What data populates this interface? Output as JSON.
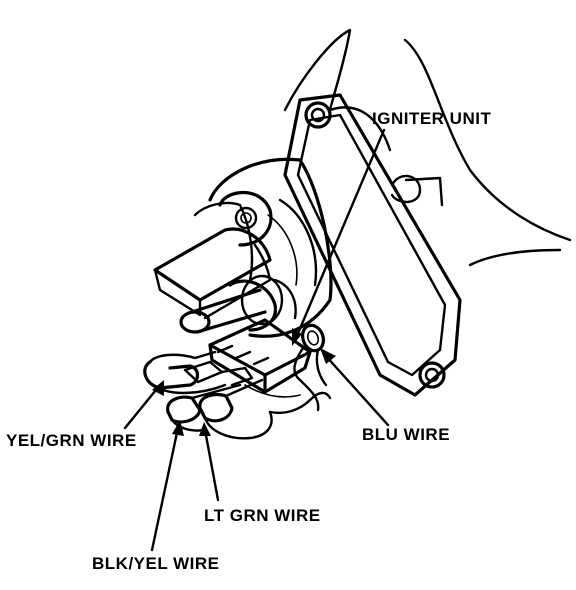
{
  "diagram": {
    "labels": {
      "igniter_unit": "IGNITER UNIT",
      "blu_wire": "BLU WIRE",
      "yel_grn_wire": "YEL/GRN WIRE",
      "lt_grn_wire": "LT GRN WIRE",
      "blk_yel_wire": "BLK/YEL WIRE"
    },
    "colors": {
      "ink": "#000000",
      "paper": "#ffffff"
    }
  }
}
